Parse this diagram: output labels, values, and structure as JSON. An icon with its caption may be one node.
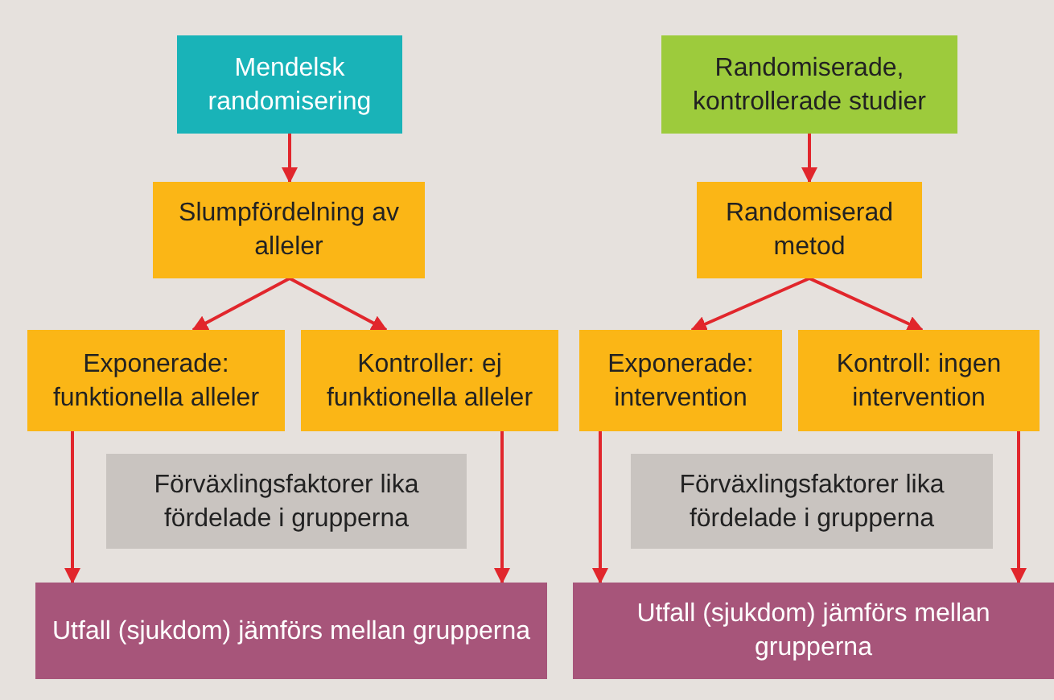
{
  "diagram": {
    "nodes": [
      {
        "text": [
          "Mendelsk randomisering"
        ]
      },
      {
        "text": [
          "Slumpfördelning av alleler"
        ]
      },
      {
        "text": [
          "Exponerade: funktionella alleler"
        ]
      },
      {
        "text": [
          "Kontroller: ej funktionella alleler"
        ]
      },
      {
        "text": [
          "Förväxlingsfaktorer lika fördelade i grupperna"
        ]
      },
      {
        "text": [
          "Utfall (sjukdom) jämförs mellan grupperna"
        ]
      },
      {
        "text": [
          "Randomiserade, kontrollerade studier"
        ]
      },
      {
        "text": [
          "Randomiserad metod"
        ]
      },
      {
        "text": [
          "Exponerade: intervention"
        ]
      },
      {
        "text": [
          "Kontroll: ingen intervention"
        ]
      },
      {
        "text": [
          "Förväxlingsfaktorer lika fördelade i grupperna"
        ]
      },
      {
        "text": [
          "Utfall (sjukdom) jämförs mellan grupperna"
        ]
      }
    ],
    "edges": [
      {
        "from": 0,
        "to": 1,
        "arrow": "to"
      },
      {
        "from": 1,
        "to": 2,
        "arrow": "to"
      },
      {
        "from": 1,
        "to": 3,
        "arrow": "to"
      },
      {
        "from": 2,
        "to": 5,
        "arrow": "to"
      },
      {
        "from": 3,
        "to": 5,
        "arrow": "to"
      },
      {
        "from": 6,
        "to": 7,
        "arrow": "to"
      },
      {
        "from": 7,
        "to": 8,
        "arrow": "to"
      },
      {
        "from": 7,
        "to": 9,
        "arrow": "to"
      },
      {
        "from": 8,
        "to": 11,
        "arrow": "to"
      },
      {
        "from": 9,
        "to": 11,
        "arrow": "to"
      }
    ]
  }
}
